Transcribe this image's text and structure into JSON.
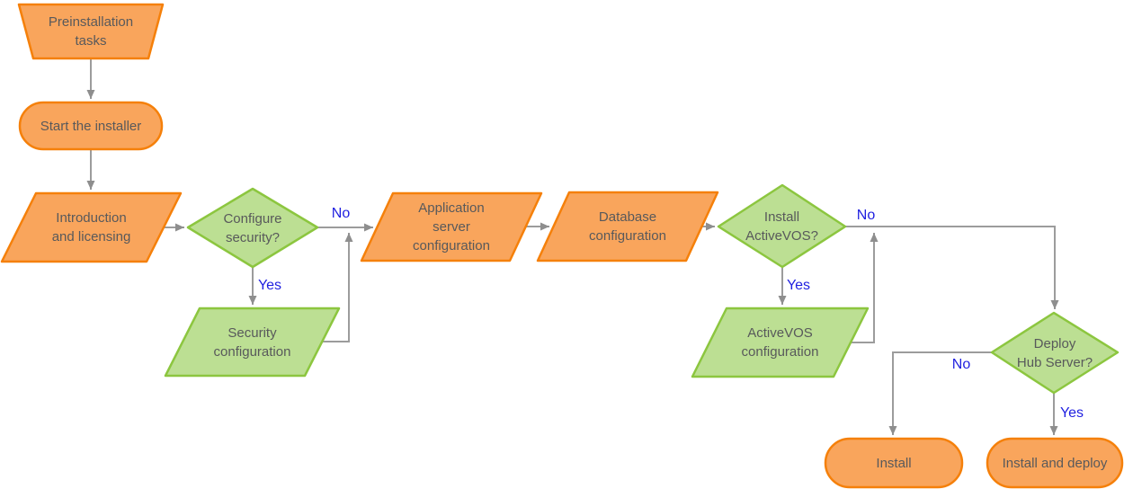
{
  "diagram": {
    "description": "Installer workflow flowchart",
    "colors": {
      "orange_fill": "#F9A55C",
      "orange_stroke": "#F5800A",
      "green_fill": "#BCDF93",
      "green_stroke": "#8CC63F",
      "node_text": "#58595B",
      "edge_label_blue": "#1F1FE0",
      "connector_gray": "#9C9C9C",
      "arrowhead_gray": "#8E8E8E",
      "background": "#FFFFFF"
    },
    "nodes": {
      "preinstallation_tasks": {
        "label": "Preinstallation\ntasks",
        "shape": "trapezoid",
        "color": "orange"
      },
      "start_installer": {
        "label": "Start the installer",
        "shape": "stadium",
        "color": "orange"
      },
      "introduction_licensing": {
        "label": "Introduction\nand licensing",
        "shape": "parallelogram",
        "color": "orange"
      },
      "configure_security": {
        "label": "Configure\nsecurity?",
        "shape": "diamond",
        "color": "green"
      },
      "security_configuration": {
        "label": "Security\nconfiguration",
        "shape": "parallelogram",
        "color": "green"
      },
      "application_server_configuration": {
        "label": "Application\nserver\nconfiguration",
        "shape": "parallelogram",
        "color": "orange"
      },
      "database_configuration": {
        "label": "Database\nconfiguration",
        "shape": "parallelogram",
        "color": "orange"
      },
      "install_activevos": {
        "label": "Install\nActiveVOS?",
        "shape": "diamond",
        "color": "green"
      },
      "activevos_configuration": {
        "label": "ActiveVOS\nconfiguration",
        "shape": "parallelogram",
        "color": "green"
      },
      "deploy_hub_server": {
        "label": "Deploy\nHub Server?",
        "shape": "diamond",
        "color": "green"
      },
      "install": {
        "label": "Install",
        "shape": "stadium",
        "color": "orange"
      },
      "install_and_deploy": {
        "label": "Install and deploy",
        "shape": "stadium",
        "color": "orange"
      }
    },
    "edge_labels": {
      "configure_security_no": "No",
      "configure_security_yes": "Yes",
      "install_activevos_no": "No",
      "install_activevos_yes": "Yes",
      "deploy_hub_server_no": "No",
      "deploy_hub_server_yes": "Yes"
    }
  }
}
